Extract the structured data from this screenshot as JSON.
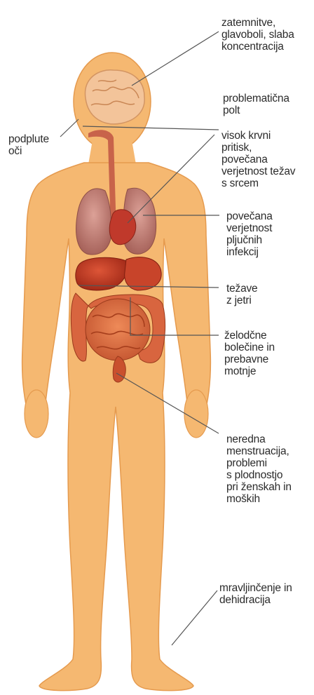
{
  "labels": {
    "brain": "zatemnitve,\nglavoboli, slaba\nkoncentracija",
    "skin": "problematična\npolt",
    "eyes": "podplute\noči",
    "heart": "visok krvni\npritisk,\npovečana\nverjetnost težav\ns srcem",
    "lungs": "povečana\nverjetnost\npljučnih\ninfekcij",
    "liver": "težave\nz jetri",
    "stomach": "želodčne\nbolečine in\nprebavne\nmotnje",
    "reproductive": "neredna\nmenstruacija,\nproblemi\ns plodnostjo\npri ženskah in\nmoških",
    "feet": "mravljinčenje in\ndehidracija"
  },
  "colors": {
    "skin": "#f5b871",
    "skin_edge": "#e59a4e",
    "lungs": "#c47a6f",
    "heart": "#c0392b",
    "liver": "#b8321e",
    "intestine": "#d8653f",
    "brain": "#f3c49a",
    "leader_line": "#555555",
    "text": "#2b2b2b"
  }
}
